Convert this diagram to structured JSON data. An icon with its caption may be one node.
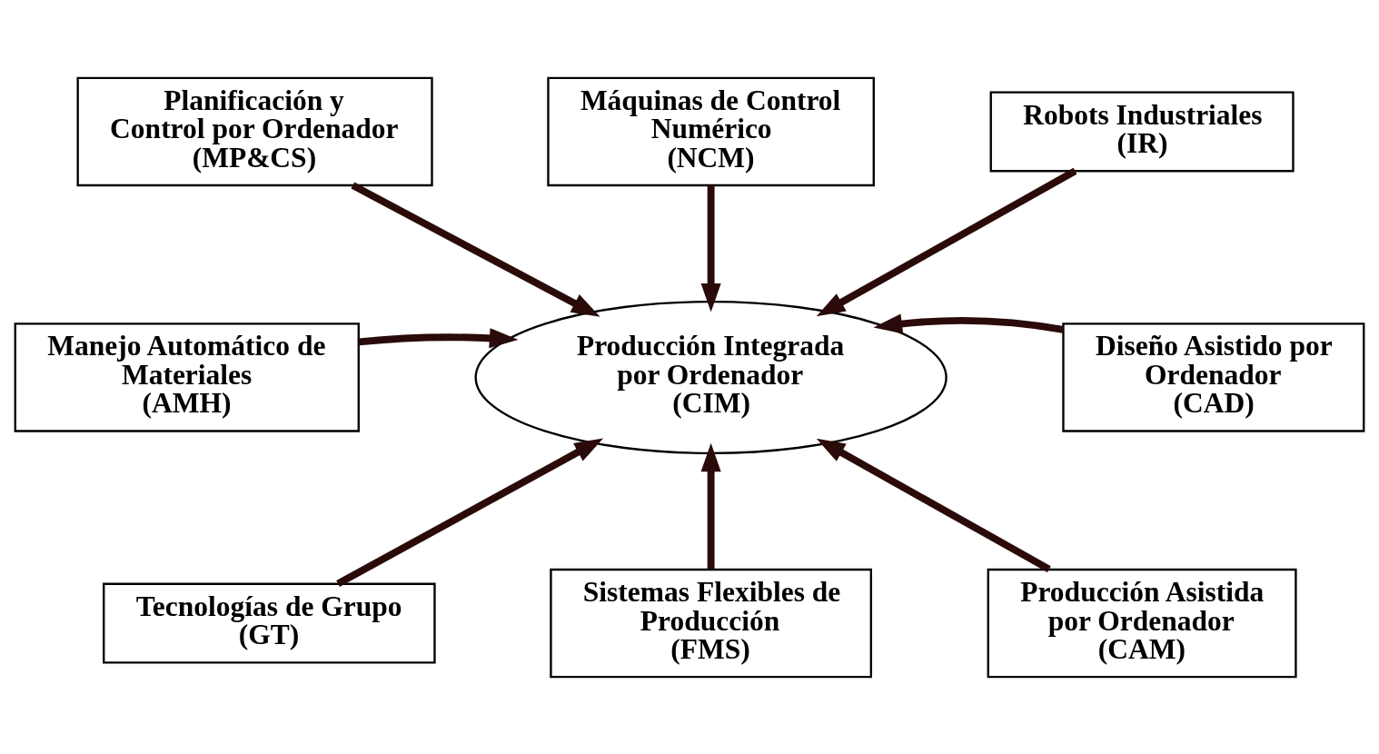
{
  "diagram": {
    "nodes": [
      {
        "text": [
          "Máquinas de Control Numérico (NCM)"
        ]
      },
      {
        "text": [
          "Planificación y Control por Ordenador (MP&CS)"
        ]
      },
      {
        "text": [
          "Robots Industriales (IR)"
        ]
      },
      {
        "text": [
          "Manejo Automático de Materiales (AMH)"
        ]
      },
      {
        "text": [
          "Producción Integrada por Ordenador (CIM)"
        ]
      },
      {
        "text": [
          "Diseño Asistido por Ordenador (CAD)"
        ]
      },
      {
        "text": [
          "Tecnologías de Grupo (GT)"
        ]
      },
      {
        "text": [
          "Producción Asistida por Ordenador (CAM)"
        ]
      },
      {
        "text": [
          "Sistemas Flexibles de Producción (FMS)"
        ]
      }
    ],
    "edges": [
      {
        "from": 0,
        "to": 4,
        "arrow": "to"
      },
      {
        "from": 1,
        "to": 4,
        "arrow": "to"
      },
      {
        "from": 2,
        "to": 4,
        "arrow": "to"
      },
      {
        "from": 3,
        "to": 4,
        "arrow": "to"
      },
      {
        "from": 5,
        "to": 4,
        "arrow": "to"
      },
      {
        "from": 6,
        "to": 4,
        "arrow": "to"
      },
      {
        "from": 8,
        "to": 4,
        "arrow": "to"
      },
      {
        "from": 7,
        "to": 4,
        "arrow": "to"
      }
    ]
  }
}
